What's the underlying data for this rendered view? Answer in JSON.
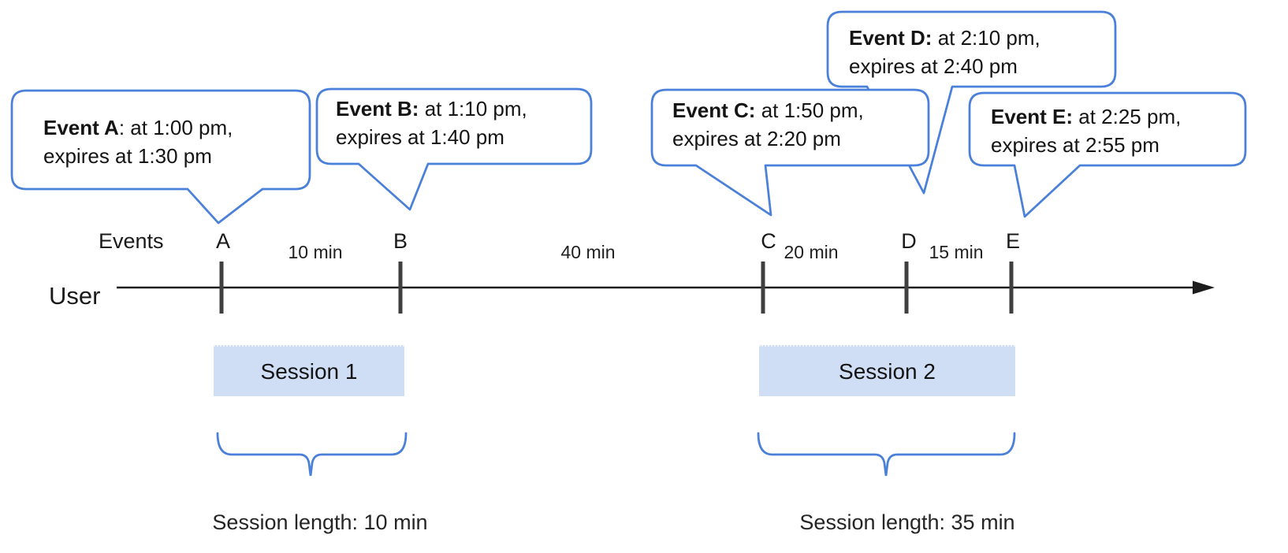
{
  "bubbles": [
    {
      "event": "A",
      "bold": "Event A",
      "rest": ": at 1:00 pm,\nexpires at 1:30 pm"
    },
    {
      "event": "B",
      "bold": "Event B:",
      "rest": " at 1:10 pm,\nexpires at 1:40 pm"
    },
    {
      "event": "C",
      "bold": "Event C:",
      "rest": " at 1:50 pm,\nexpires at 2:20 pm"
    },
    {
      "event": "D",
      "bold": "Event D:",
      "rest": " at 2:10 pm,\nexpires at 2:40 pm"
    },
    {
      "event": "E",
      "bold": "Event E:",
      "rest": " at 2:25 pm,\nexpires at 2:55 pm"
    }
  ],
  "timeline": {
    "row_label": "User",
    "events_label": "Events",
    "event_marks": [
      "A",
      "B",
      "C",
      "D",
      "E"
    ],
    "intervals": [
      "10 min",
      "40 min",
      "20 min",
      "15 min"
    ]
  },
  "sessions": [
    {
      "name": "Session 1",
      "length": "Session length: 10 min"
    },
    {
      "name": "Session 2",
      "length": "Session length: 35 min"
    }
  ],
  "colors": {
    "accent_blue": "#4a80d9",
    "session_fill": "#cfdef5",
    "tick_gray": "#3f3f3f",
    "line_black": "#1c1c1c"
  }
}
